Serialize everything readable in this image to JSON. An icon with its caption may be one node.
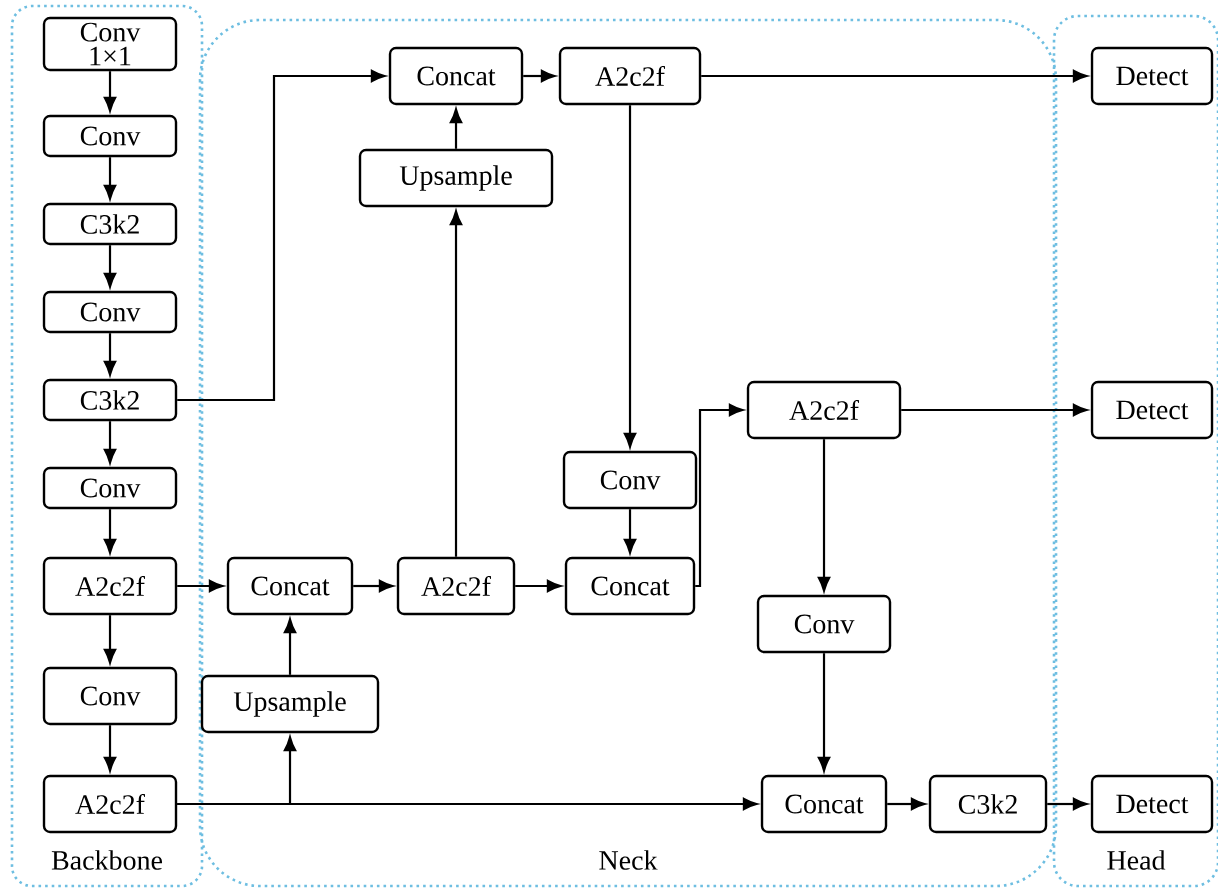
{
  "diagram": {
    "nodes": [
      {
        "text": [
          "Backbone"
        ]
      },
      {
        "text": [
          "Conv 1×1"
        ],
        "in": 0
      },
      {
        "text": [
          "Conv"
        ],
        "in": 0
      },
      {
        "text": [
          "C3k2"
        ],
        "in": 0
      },
      {
        "text": [
          "Conv"
        ],
        "in": 0
      },
      {
        "text": [
          "C3k2"
        ],
        "in": 0
      },
      {
        "text": [
          "Conv"
        ],
        "in": 0
      },
      {
        "text": [
          "A2c2f"
        ],
        "in": 0
      },
      {
        "text": [
          "Conv"
        ],
        "in": 0
      },
      {
        "text": [
          "A2c2f"
        ],
        "in": 0
      },
      {
        "text": [
          "Neck"
        ]
      },
      {
        "text": [
          "Concat"
        ],
        "in": 10
      },
      {
        "text": [
          "A2c2f"
        ],
        "in": 10
      },
      {
        "text": [
          "Upsample"
        ],
        "in": 10
      },
      {
        "text": [
          "Concat"
        ],
        "in": 10
      },
      {
        "text": [
          "A2c2f"
        ],
        "in": 10
      },
      {
        "text": [
          "Conv"
        ],
        "in": 10
      },
      {
        "text": [
          "Concat"
        ],
        "in": 10
      },
      {
        "text": [
          "Upsample"
        ],
        "in": 10
      },
      {
        "text": [
          "A2c2f"
        ],
        "in": 10
      },
      {
        "text": [
          "Conv"
        ],
        "in": 10
      },
      {
        "text": [
          "Concat"
        ],
        "in": 10
      },
      {
        "text": [
          "C3k2"
        ],
        "in": 10
      },
      {
        "text": [
          "Head"
        ]
      },
      {
        "text": [
          "Detect"
        ],
        "in": 23
      },
      {
        "text": [
          "Detect"
        ],
        "in": 23
      },
      {
        "text": [
          "Detect"
        ],
        "in": 23
      }
    ],
    "edges": [
      {
        "from": 1,
        "to": 2,
        "arrow": "to"
      },
      {
        "from": 2,
        "to": 3,
        "arrow": "to"
      },
      {
        "from": 3,
        "to": 4,
        "arrow": "to"
      },
      {
        "from": 4,
        "to": 5,
        "arrow": "to"
      },
      {
        "from": 5,
        "to": 6,
        "arrow": "to"
      },
      {
        "from": 6,
        "to": 7,
        "arrow": "to"
      },
      {
        "from": 7,
        "to": 8,
        "arrow": "to"
      },
      {
        "from": 8,
        "to": 9,
        "arrow": "to"
      },
      {
        "from": 5,
        "to": 11,
        "arrow": "to"
      },
      {
        "from": 11,
        "to": 12,
        "arrow": "to"
      },
      {
        "from": 15,
        "to": 13,
        "arrow": "to"
      },
      {
        "from": 13,
        "to": 11,
        "arrow": "to"
      },
      {
        "from": 7,
        "to": 14,
        "arrow": "to"
      },
      {
        "from": 9,
        "to": 18,
        "arrow": "to"
      },
      {
        "from": 18,
        "to": 14,
        "arrow": "to"
      },
      {
        "from": 14,
        "to": 15,
        "arrow": "to"
      },
      {
        "from": 15,
        "to": 17,
        "arrow": "to"
      },
      {
        "from": 12,
        "to": 16,
        "arrow": "to"
      },
      {
        "from": 16,
        "to": 17,
        "arrow": "to"
      },
      {
        "from": 17,
        "to": 19,
        "arrow": "to"
      },
      {
        "from": 19,
        "to": 20,
        "arrow": "to"
      },
      {
        "from": 20,
        "to": 21,
        "arrow": "to"
      },
      {
        "from": 9,
        "to": 21,
        "arrow": "to"
      },
      {
        "from": 21,
        "to": 22,
        "arrow": "to"
      },
      {
        "from": 22,
        "to": 26,
        "arrow": "to"
      },
      {
        "from": 12,
        "to": 24,
        "arrow": "to"
      },
      {
        "from": 19,
        "to": 25,
        "arrow": "to"
      }
    ]
  }
}
